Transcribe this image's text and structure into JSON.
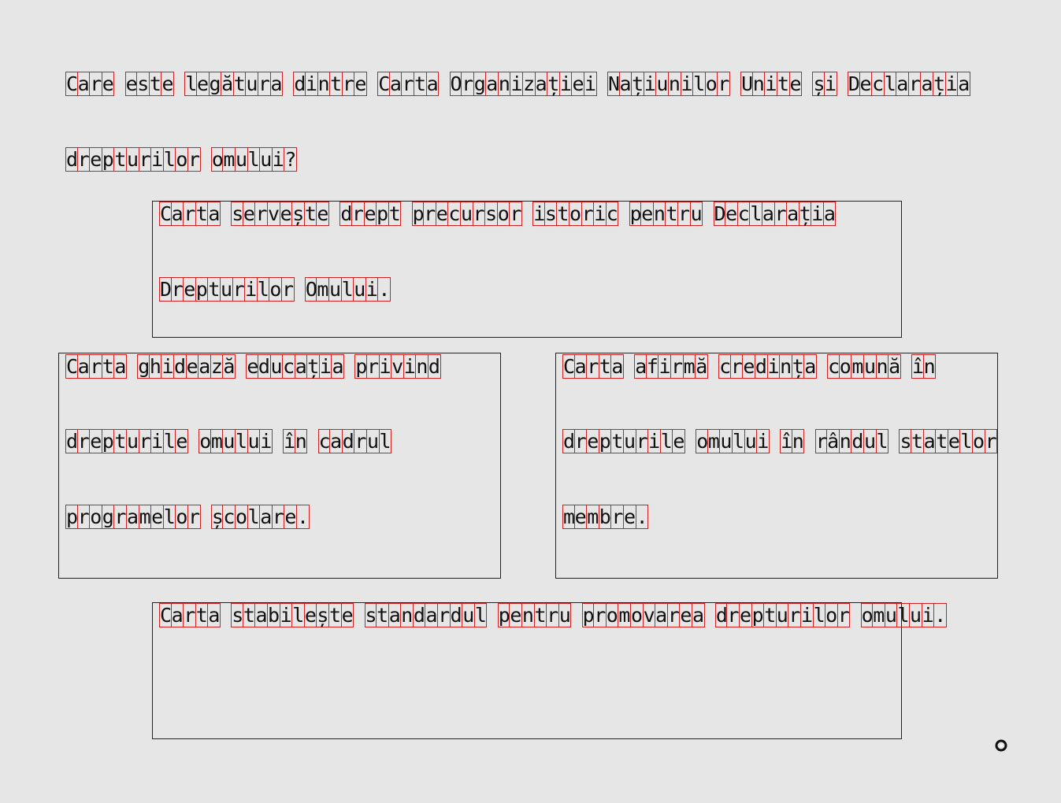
{
  "question": {
    "lines": [
      "Care este legătura dintre Carta Organizației Națiunilor Unite și Declarația",
      "drepturilor omului?"
    ]
  },
  "options": [
    {
      "id": "option-1",
      "lines": [
        "Carta servește drept precursor istoric pentru Declarația",
        "Drepturilor Omului."
      ]
    },
    {
      "id": "option-2",
      "lines": [
        "Carta ghidează educația privind",
        "drepturile omului în cadrul",
        "programelor școlare."
      ]
    },
    {
      "id": "option-3",
      "lines": [
        "Carta afirmă credința comună în",
        "drepturile omului în rândul statelor",
        "membre."
      ]
    },
    {
      "id": "option-4",
      "lines": [
        "Carta stabilește standardul pentru promovarea drepturilor omului."
      ]
    }
  ],
  "cursor": {
    "icon": "ring-cursor-icon"
  },
  "colors": {
    "background": "#e6e6e6",
    "text": "#111111",
    "annotation_box": "#d02020",
    "option_border": "#222222"
  }
}
